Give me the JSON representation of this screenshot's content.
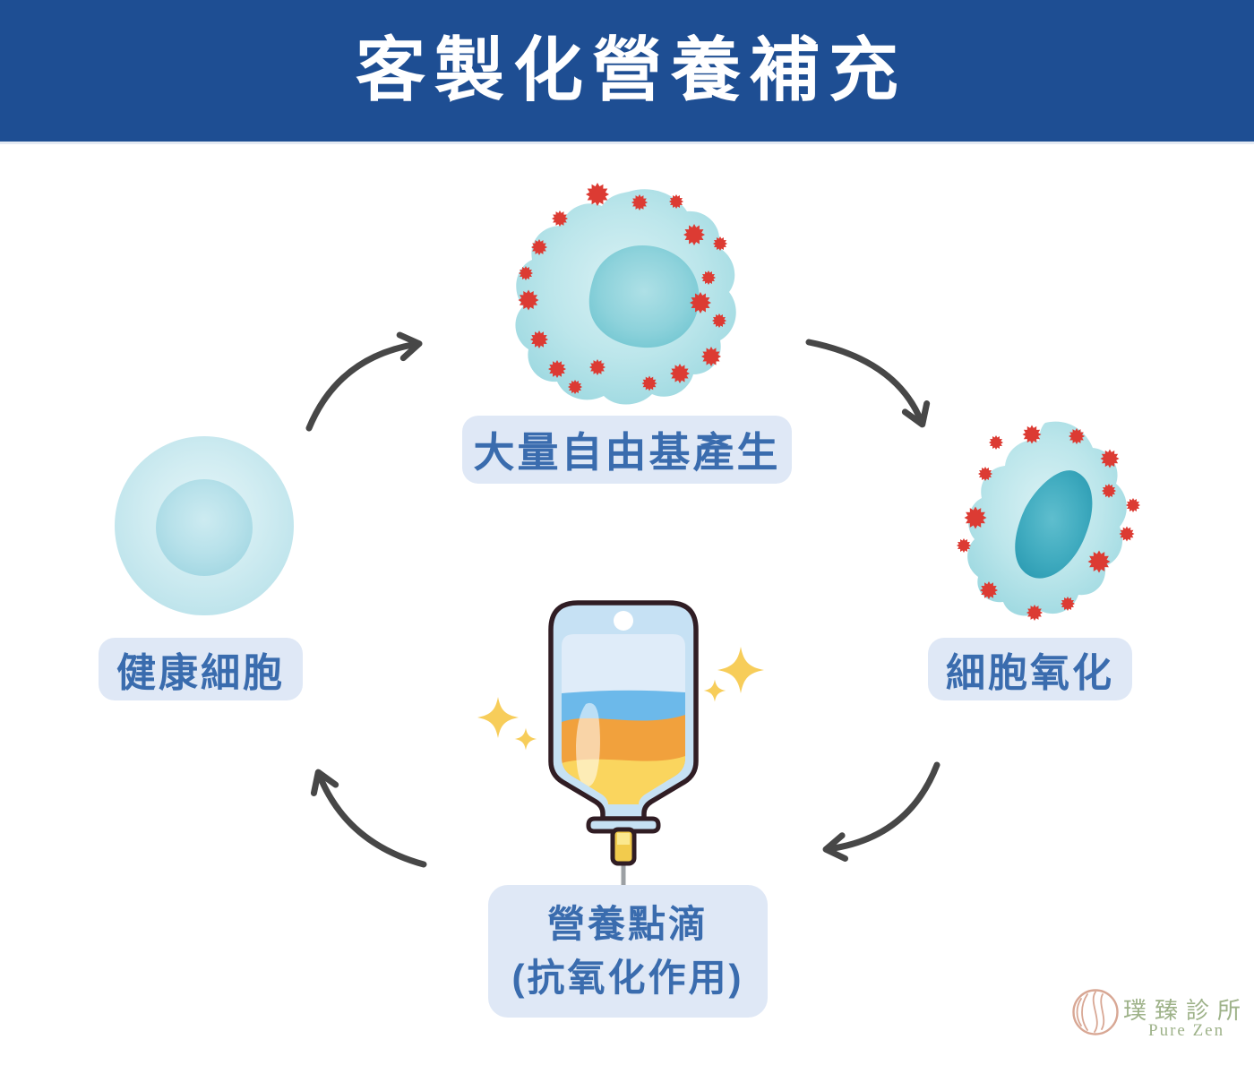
{
  "header": {
    "title": "客製化營養補充"
  },
  "cycle": {
    "free_radicals_label": "大量自由基產生",
    "healthy_cell_label": "健康細胞",
    "oxidation_label": "細胞氧化",
    "drip_label_line1": "營養點滴",
    "drip_label_line2": "(抗氧化作用)"
  },
  "logo": {
    "name_zh": "璞臻診所",
    "name_en": "Pure Zen"
  },
  "icons": [
    {
      "name": "healthy-cell-illustration",
      "depicts": "smooth round healthy cell"
    },
    {
      "name": "free-radical-cell-illustration",
      "depicts": "cell surrounded by red free radicals"
    },
    {
      "name": "oxidized-cell-illustration",
      "depicts": "oxidized cell with dark nucleus and free radicals"
    },
    {
      "name": "free-radical-icon",
      "depicts": "red spiky particle"
    },
    {
      "name": "iv-drip-bag-icon",
      "depicts": "IV nutrition drip bag with layered liquid"
    },
    {
      "name": "sparkle-icon",
      "depicts": "four point yellow sparkle"
    },
    {
      "name": "cycle-arrow-icon",
      "depicts": "curved hand-drawn arrow"
    },
    {
      "name": "clinic-logo-mark",
      "depicts": "circular ripple line emblem"
    }
  ],
  "colors": {
    "header_bg": "#1E4E93",
    "header_text": "#FFFFFF",
    "label_bg": "#DFE8F6",
    "label_text": "#3A6CAE",
    "arrow": "#474747",
    "cell_body": "#A9DCE2",
    "cell_nucleus": "#7CCBD5",
    "oxidized_nucleus": "#2E9DB4",
    "free_radical": "#DC3B33",
    "drip_bag": "#C6E1F4",
    "drip_outline": "#301D24",
    "drip_liquid_blue": "#6CB9EA",
    "drip_liquid_orange": "#F1A13D",
    "drip_liquid_yellow": "#FAD55E",
    "sparkle": "#F7CD5A",
    "logo_mark": "#D8A794",
    "logo_text": "#9EB289",
    "background": "#FFFFFF"
  }
}
